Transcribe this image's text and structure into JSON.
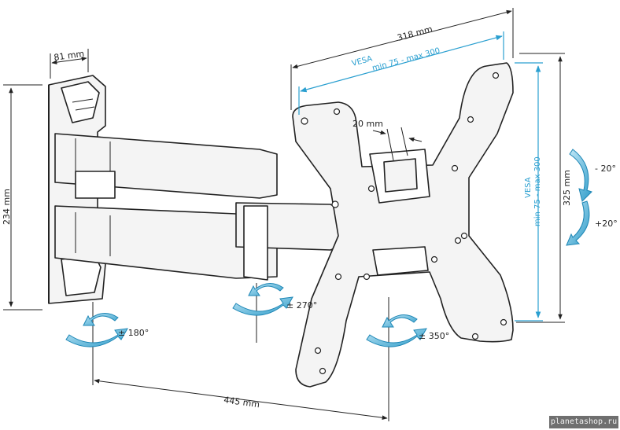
{
  "dimensions": {
    "depth": "81 mm",
    "height_wall_plate": "234 mm",
    "width_plate": "318 mm",
    "height_plate": "325 mm",
    "extension": "445 mm",
    "hole_spacing": "20 mm"
  },
  "vesa": {
    "horizontal_title": "VESA",
    "horizontal_range": "min 75 - max 300",
    "vertical_title": "VESA",
    "vertical_range": "min 75 - max 300"
  },
  "rotations": {
    "wall": "± 180°",
    "arm": "± 270°",
    "plate": "± 350°",
    "tilt_down": "- 20°",
    "tilt_up": "+20°"
  },
  "colors": {
    "accent": "#2a9fd0",
    "line": "#222222",
    "hardware_fill": "#f4f4f4"
  },
  "watermark": "planetashop.ru"
}
